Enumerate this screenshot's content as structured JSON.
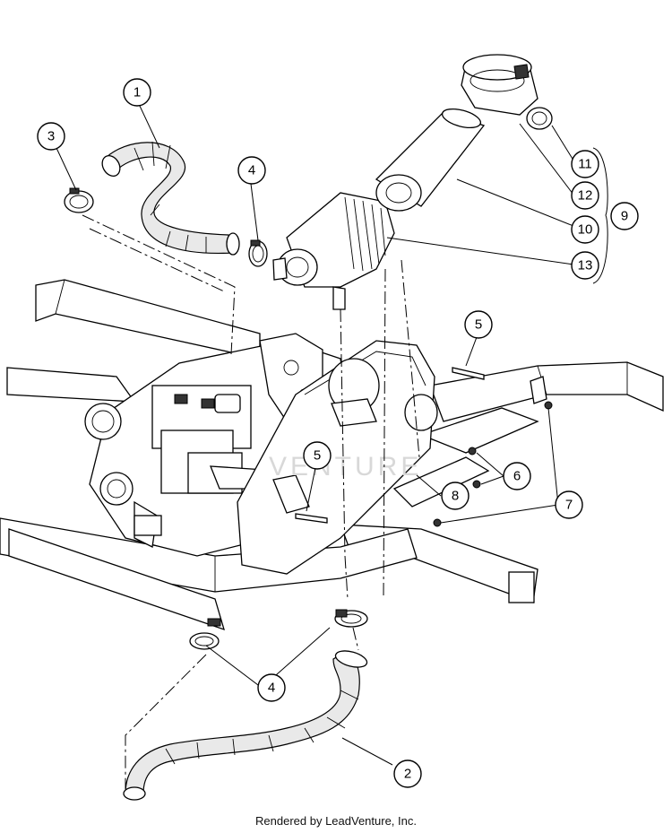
{
  "footer": {
    "text": "Rendered by LeadVenture, Inc."
  },
  "watermark": {
    "text": "VENTURE"
  },
  "callouts": [
    {
      "id": "c1",
      "label": "1"
    },
    {
      "id": "c2",
      "label": "2"
    },
    {
      "id": "c3",
      "label": "3"
    },
    {
      "id": "c4a",
      "label": "4"
    },
    {
      "id": "c4b",
      "label": "4"
    },
    {
      "id": "c5a",
      "label": "5"
    },
    {
      "id": "c5b",
      "label": "5"
    },
    {
      "id": "c6",
      "label": "6"
    },
    {
      "id": "c7",
      "label": "7"
    },
    {
      "id": "c8",
      "label": "8"
    },
    {
      "id": "c9",
      "label": "9"
    },
    {
      "id": "c10",
      "label": "10"
    },
    {
      "id": "c11",
      "label": "11"
    },
    {
      "id": "c12",
      "label": "12"
    },
    {
      "id": "c13",
      "label": "13"
    }
  ]
}
